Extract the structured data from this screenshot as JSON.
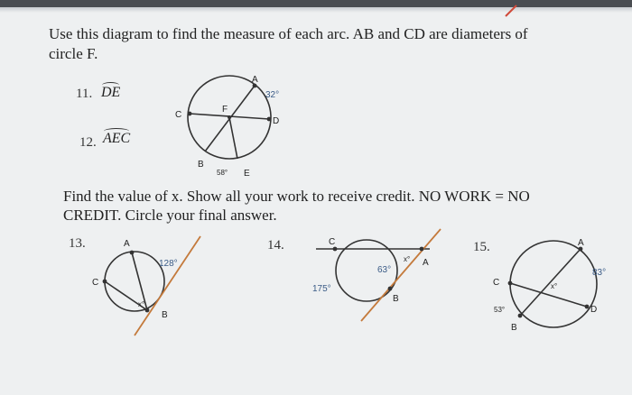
{
  "header": {
    "instruction_line1": "Use this diagram to find the measure of each arc. AB and CD are diameters of",
    "instruction_line2": "circle F."
  },
  "problems_arcs": [
    {
      "number": "11.",
      "arc": "DE"
    },
    {
      "number": "12.",
      "arc": "AEC"
    }
  ],
  "main_diagram": {
    "labels": {
      "A": "A",
      "B": "B",
      "C": "C",
      "D": "D",
      "E": "E",
      "F": "F"
    },
    "angle_AD": "32°",
    "angle_BE": "58°"
  },
  "section2": {
    "line1": "Find the value of x. Show all your work to receive credit. NO WORK = NO",
    "line2": "CREDIT. Circle your final answer."
  },
  "problem13": {
    "number": "13.",
    "labels": {
      "A": "A",
      "B": "B",
      "C": "C"
    },
    "arc": "128°",
    "angle": "x°"
  },
  "problem14": {
    "number": "14.",
    "labels": {
      "A": "A",
      "B": "B",
      "C": "C"
    },
    "arc_inner": "63°",
    "arc_outer": "175°",
    "angle": "x°"
  },
  "problem15": {
    "number": "15.",
    "labels": {
      "A": "A",
      "B": "B",
      "C": "C",
      "D": "D"
    },
    "arc_AD": "83°",
    "arc_CB": "53°",
    "angle": "x°"
  },
  "colors": {
    "background": "#eef0f1",
    "diagram_label_blue": "#3a5b86",
    "top_bar": "#4a4d52"
  }
}
